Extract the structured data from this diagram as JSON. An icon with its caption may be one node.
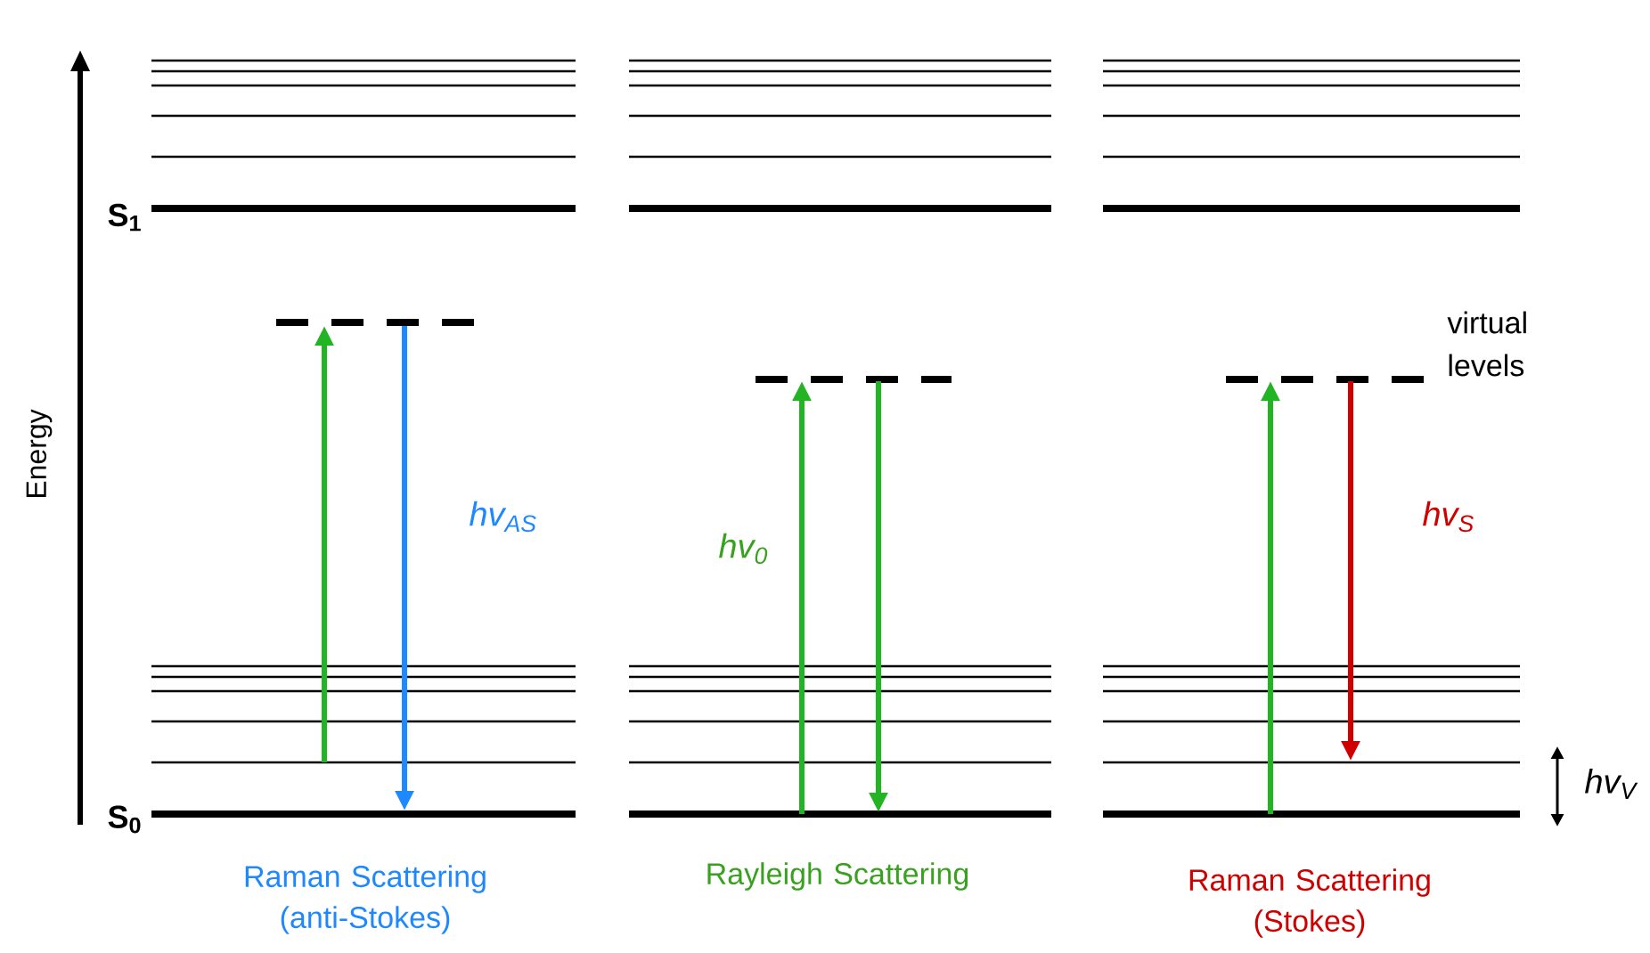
{
  "diagram": {
    "labels": [
      "Energy",
      "S$_{1}$",
      "virtual levels",
      "hv$_{AS}$",
      "hv$_{0}$",
      "hv$_{S}$",
      "S$_{0}$",
      "hv$_{V}$",
      "Raman Scattering (anti-Stokes)",
      "Rayleigh Scattering",
      "Raman Scattering (Stokes)"
    ]
  }
}
